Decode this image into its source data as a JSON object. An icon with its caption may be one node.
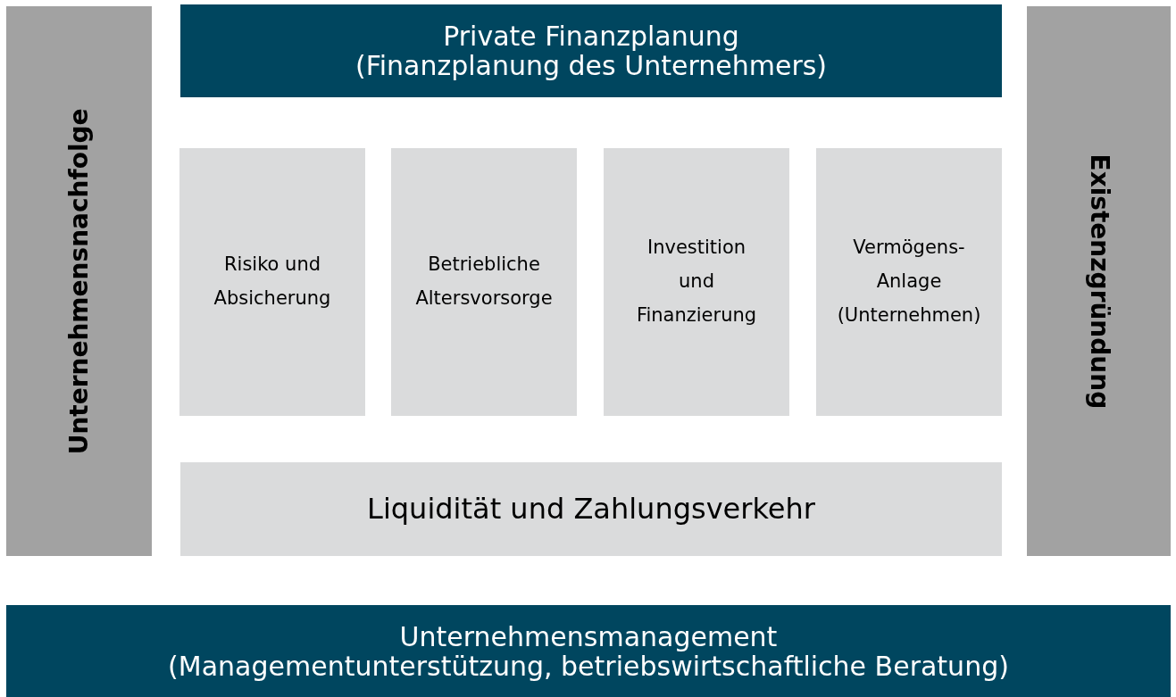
{
  "diagram": {
    "nodes": [
      {
        "text": [
          "Unternehmensnachfolge"
        ]
      },
      {
        "text": [
          "Private Finanzplanung",
          "(Finanzplanung des Unternehmers)"
        ]
      },
      {
        "text": [
          "Risiko und Absicherung"
        ]
      },
      {
        "text": [
          "Betriebliche Altersvorsorge"
        ]
      },
      {
        "text": [
          "Investition und Finanzierung"
        ]
      },
      {
        "text": [
          "Vermögens-Anlage (Unternehmen)"
        ]
      },
      {
        "text": [
          "Existenzgründung"
        ]
      },
      {
        "text": [
          "Liquidität und Zahlungsverkehr"
        ]
      },
      {
        "text": [
          "Unternehmensmanagement",
          "(Managementunterstützung, betriebswirtschaftliche Beratung)"
        ]
      }
    ]
  }
}
